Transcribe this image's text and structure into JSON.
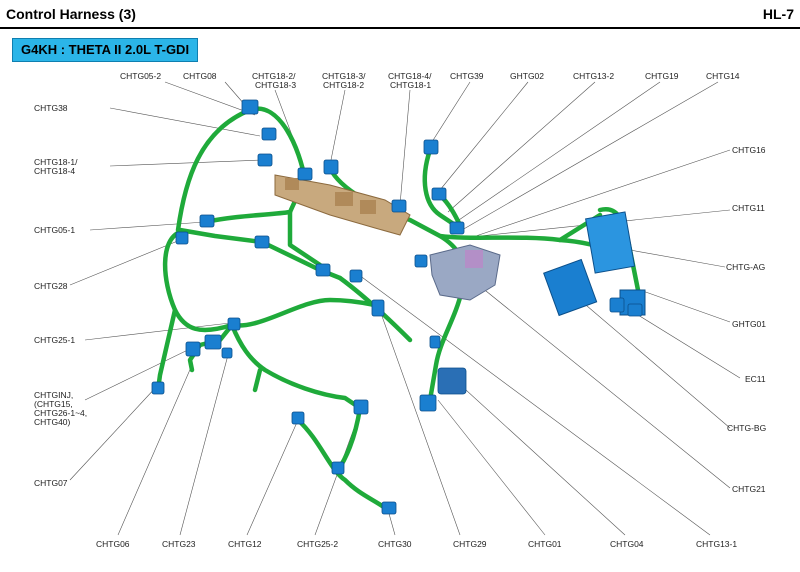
{
  "header": {
    "title": "Control Harness (3)",
    "page": "HL-7"
  },
  "badge": "G4KH : THETA II 2.0L T-GDI",
  "labels": {
    "chtg05_2": "CHTG05-2",
    "chtg08": "CHTG08",
    "chtg18_2a": "CHTG18-2/",
    "chtg18_2b": "CHTG18-3",
    "chtg18_3a": "CHTG18-3/",
    "chtg18_3b": "CHTG18-2",
    "chtg18_4a": "CHTG18-4/",
    "chtg18_4b": "CHTG18-1",
    "chtg39": "CHTG39",
    "ghtg02": "GHTG02",
    "chtg13_2": "CHTG13-2",
    "chtg19": "CHTG19",
    "chtg14": "CHTG14",
    "chtg38": "CHTG38",
    "chtg18_1a": "CHTG18-1/",
    "chtg18_1b": "CHTG18-4",
    "chtg16": "CHTG16",
    "chtg05_1": "CHTG05-1",
    "chtg11": "CHTG11",
    "chtg28": "CHTG28",
    "chtg_ag": "CHTG-AG",
    "chtg25_1": "CHTG25-1",
    "ghtg01": "GHTG01",
    "ec11": "EC11",
    "chtginj_1": "CHTGINJ,",
    "chtginj_2": "(CHTG15,",
    "chtginj_3": "CHTG26-1~4,",
    "chtginj_4": "CHTG40)",
    "chtg_bg": "CHTG-BG",
    "chtg07": "CHTG07",
    "chtg21": "CHTG21",
    "chtg06": "CHTG06",
    "chtg23": "CHTG23",
    "chtg12": "CHTG12",
    "chtg25_2": "CHTG25-2",
    "chtg30": "CHTG30",
    "chtg29": "CHTG29",
    "chtg01": "CHTG01",
    "chtg04": "CHTG04",
    "chtg13_1": "CHTG13-1"
  },
  "colors": {
    "harness": "#1faa3a",
    "connector": "#1a7fd0",
    "badge": "#2bb5e8",
    "block": "#c8a97e"
  }
}
